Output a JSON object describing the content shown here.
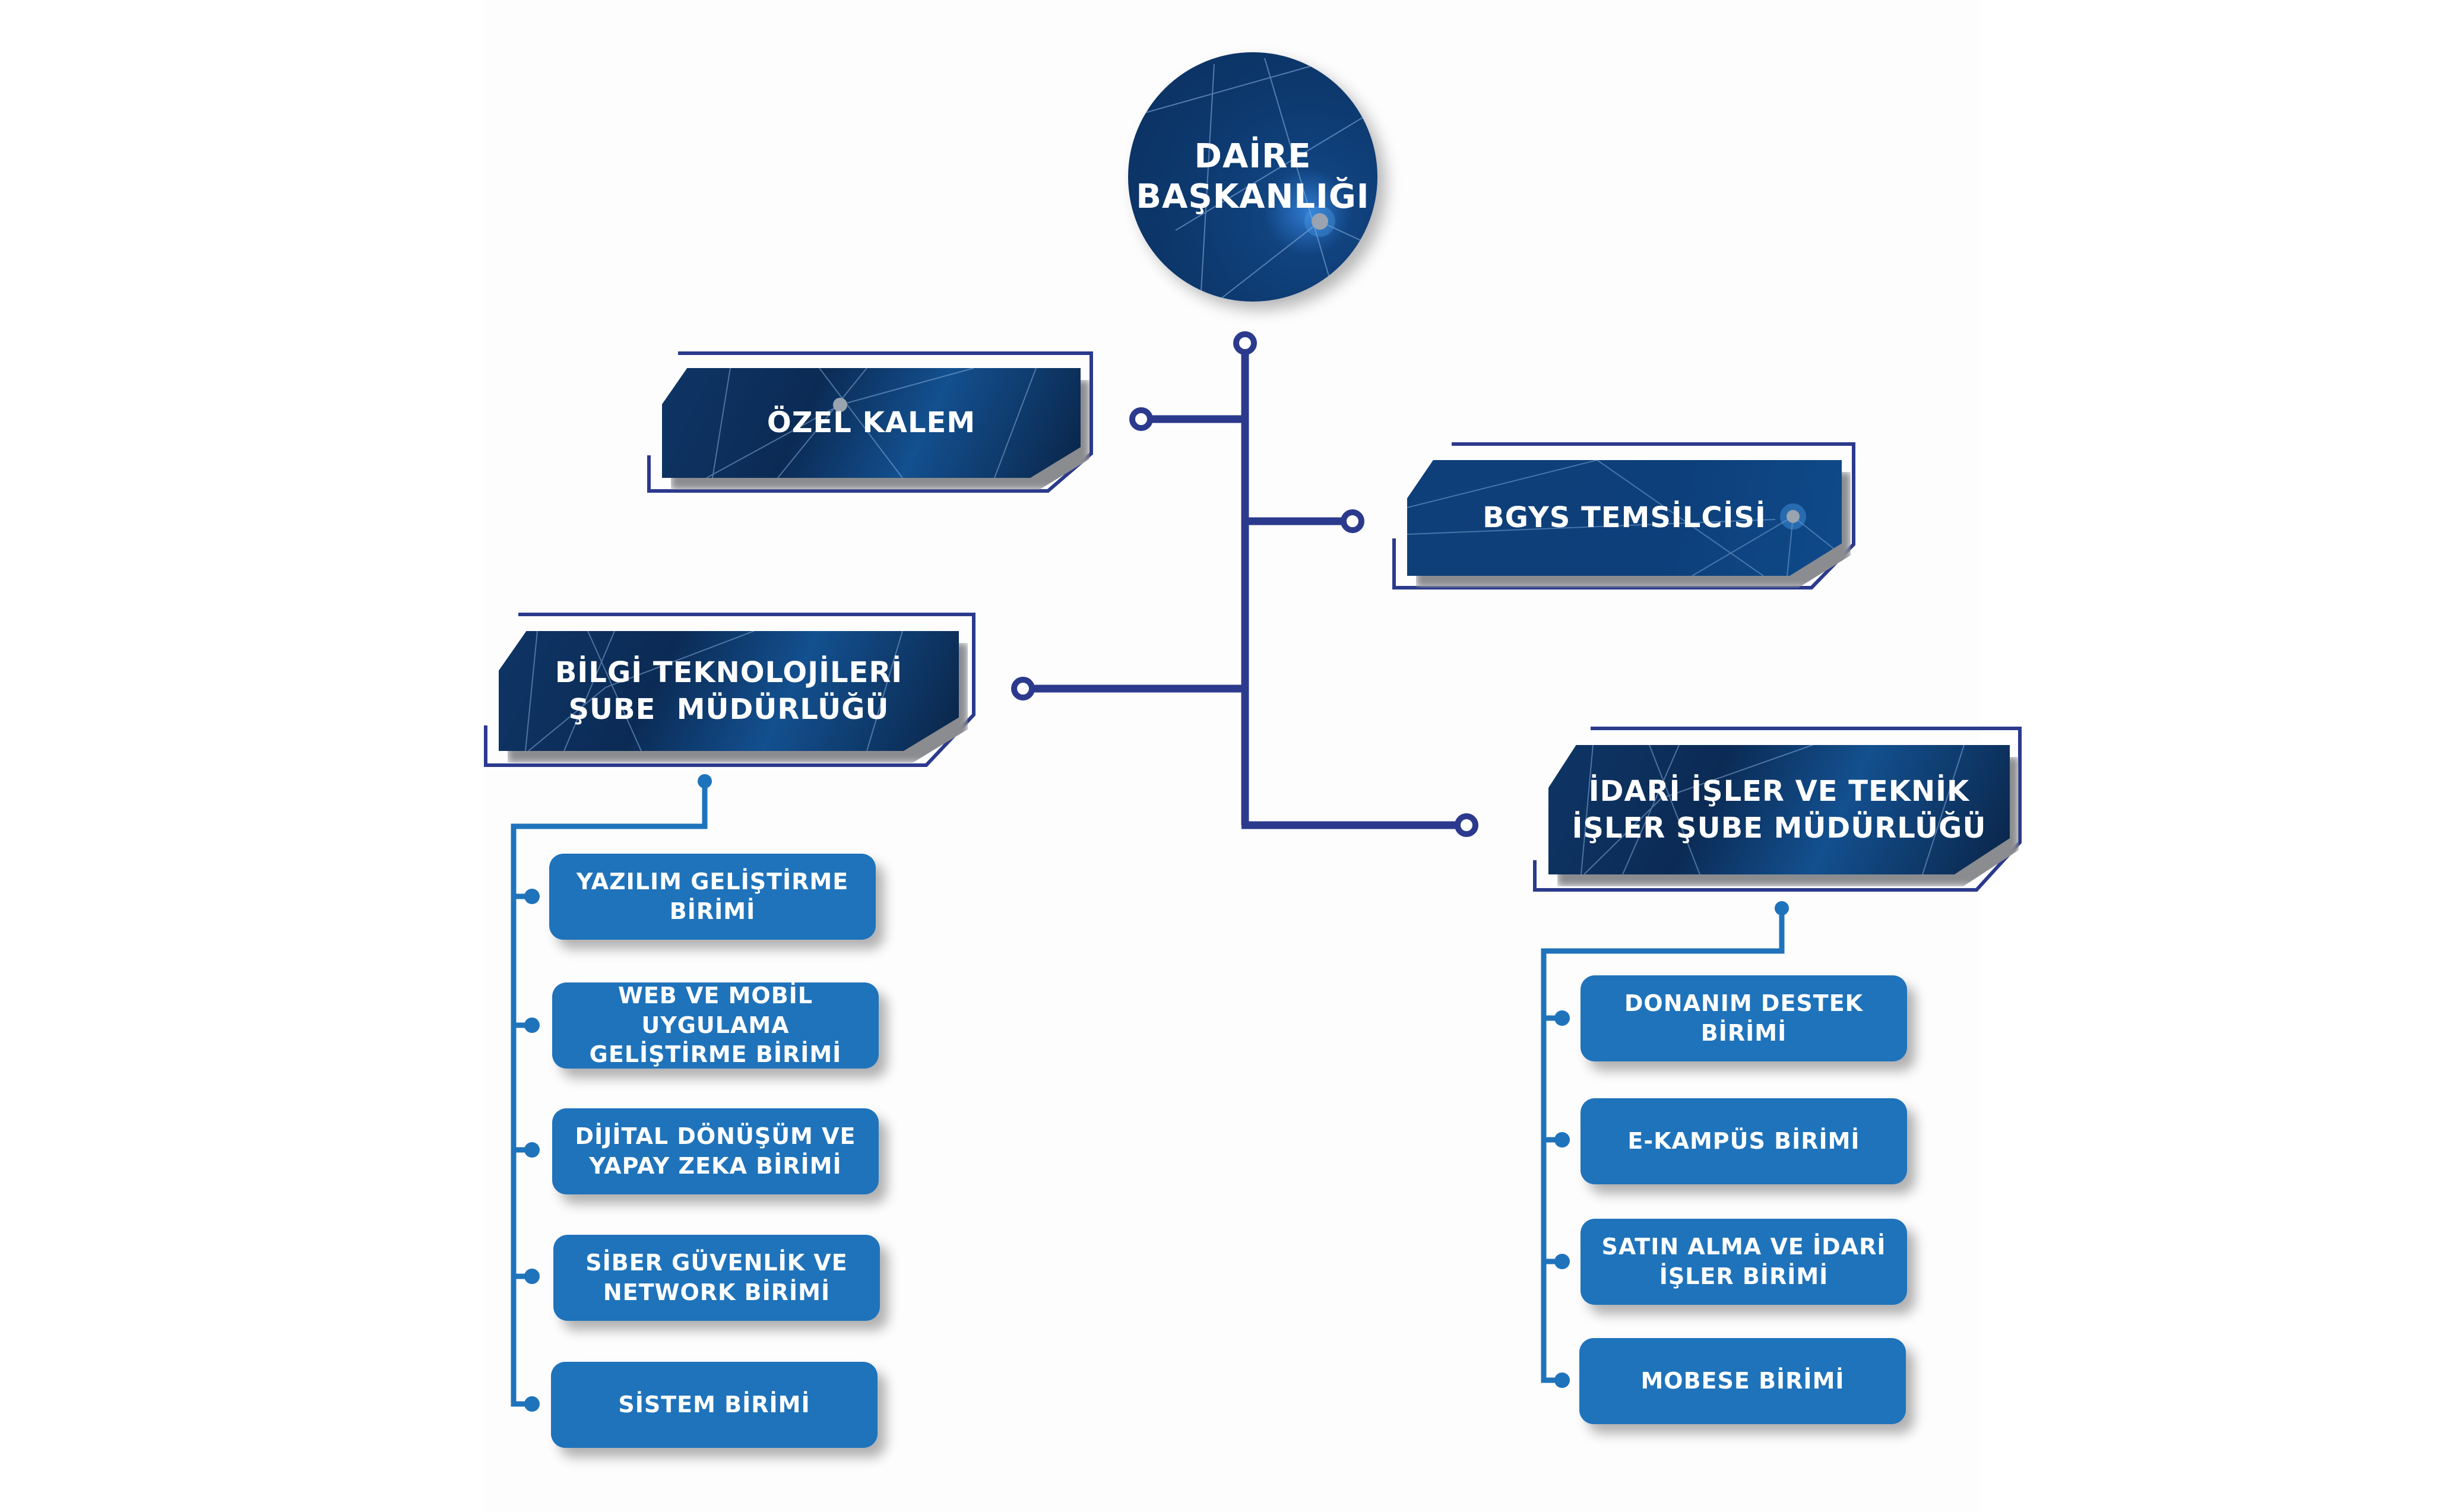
{
  "colors": {
    "trunk": "#2b3a8c",
    "branch": "#1f73bb",
    "unit_fill": "#1f73bb",
    "header_fill": "#0b2b55",
    "text": "#ffffff"
  },
  "root": {
    "label_line1": "DAİRE",
    "label_line2": "BAŞKANLIĞI"
  },
  "offices": [
    {
      "id": "ozel-kalem",
      "label_line1": "ÖZEL KALEM",
      "label_line2": ""
    },
    {
      "id": "bgys-temsilcisi",
      "label_line1": "BGYS TEMSİLCİSİ",
      "label_line2": ""
    },
    {
      "id": "bilgi-teknolojileri",
      "label_line1": "BİLGİ TEKNOLOJİLERİ",
      "label_line2": "ŞUBE  MÜDÜRLÜĞÜ"
    },
    {
      "id": "idari-isler",
      "label_line1": "İDARİ İŞLER VE TEKNİK",
      "label_line2": "İŞLER ŞUBE MÜDÜRLÜĞÜ"
    }
  ],
  "bilgi_units": [
    {
      "label_line1": "YAZILIM GELİŞTİRME",
      "label_line2": "BİRİMİ"
    },
    {
      "label_line1": "WEB VE MOBİL UYGULAMA",
      "label_line2": "GELİŞTİRME BİRİMİ"
    },
    {
      "label_line1": "DİJİTAL DÖNÜŞÜM VE",
      "label_line2": "YAPAY ZEKA BİRİMİ"
    },
    {
      "label_line1": "SİBER GÜVENLİK VE",
      "label_line2": "NETWORK BİRİMİ"
    },
    {
      "label_line1": "SİSTEM BİRİMİ",
      "label_line2": ""
    }
  ],
  "idari_units": [
    {
      "label_line1": "DONANIM DESTEK",
      "label_line2": "BİRİMİ"
    },
    {
      "label_line1": "E-KAMPÜS BİRİMİ",
      "label_line2": ""
    },
    {
      "label_line1": "SATIN ALMA VE İDARİ",
      "label_line2": "İŞLER BİRİMİ"
    },
    {
      "label_line1": "MOBESE BİRİMİ",
      "label_line2": ""
    }
  ]
}
